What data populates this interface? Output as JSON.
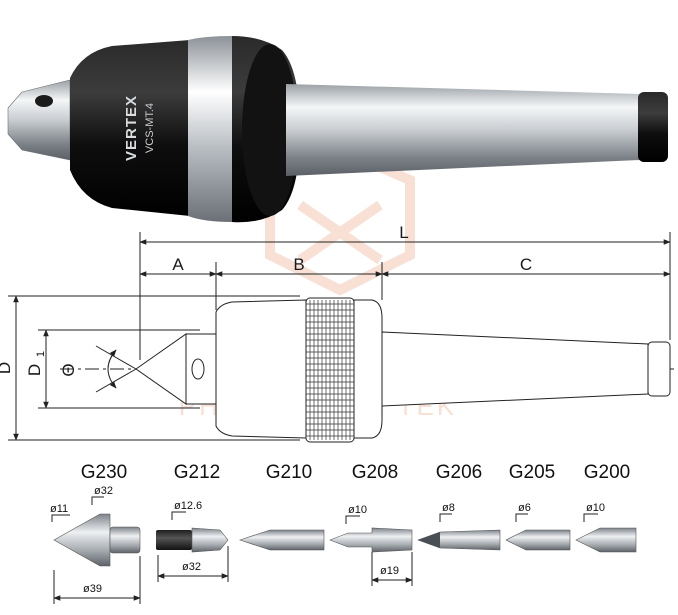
{
  "product": {
    "brand": "VERTEX",
    "model": "VCS-MT.4"
  },
  "drawing": {
    "dim_L": "L",
    "dim_A": "A",
    "dim_B": "B",
    "dim_C": "C",
    "dim_D": "D",
    "dim_D1_main": "D",
    "dim_D1_sub": "1",
    "dim_theta": "Θ"
  },
  "watermark": {
    "text": "PHUONG NAM TEK"
  },
  "tips": [
    {
      "model": "G230",
      "dims": [
        "ø32",
        "ø11",
        "ø39"
      ]
    },
    {
      "model": "G212",
      "dims": [
        "ø12.6",
        "ø32"
      ]
    },
    {
      "model": "G210",
      "dims": []
    },
    {
      "model": "G208",
      "dims": [
        "ø10",
        "ø19"
      ]
    },
    {
      "model": "G206",
      "dims": [
        "ø8"
      ]
    },
    {
      "model": "G205",
      "dims": [
        "ø6"
      ]
    },
    {
      "model": "G200",
      "dims": [
        "ø10"
      ]
    }
  ],
  "colors": {
    "steel_light": "#e6e8ea",
    "steel_dark": "#8a9096",
    "body_black": "#111111",
    "drawing_line": "#222222",
    "watermark": "#f3c8b4"
  }
}
